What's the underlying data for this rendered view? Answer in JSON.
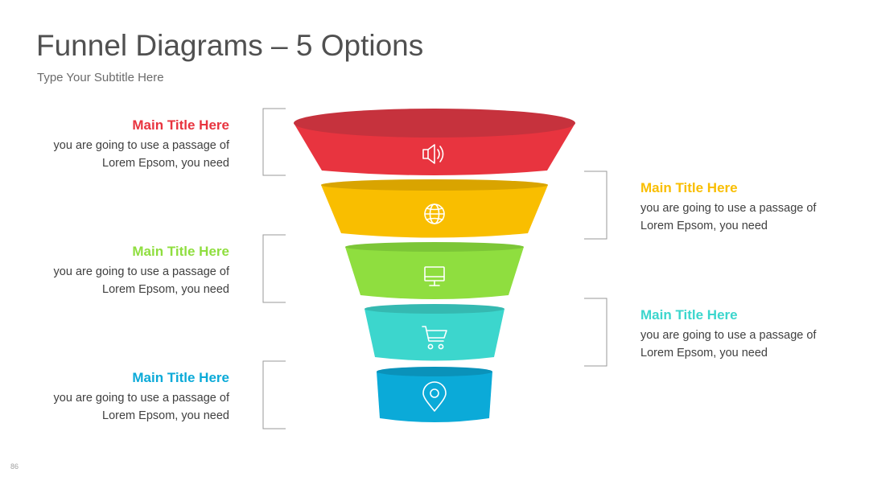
{
  "header": {
    "title": "Funnel Diagrams – 5 Options",
    "subtitle": "Type Your Subtitle Here"
  },
  "footer": {
    "page_number": "86"
  },
  "funnel": {
    "stages": [
      {
        "title": "Main Title Here",
        "text_line1": "you are going to use a passage of",
        "text_line2": "Lorem Epsom, you need",
        "side": "left",
        "color": "#E8343F",
        "top_color": "#C6323D",
        "icon": "speaker-icon"
      },
      {
        "title": "Main Title Here",
        "text_line1": "you are going to use a passage of",
        "text_line2": "Lorem Epsom, you need",
        "side": "right",
        "color": "#F9BE00",
        "top_color": "#D9A400",
        "icon": "globe-icon"
      },
      {
        "title": "Main Title Here",
        "text_line1": "you are going to use a passage of",
        "text_line2": "Lorem Epsom, you need",
        "side": "left",
        "color": "#8FDE3F",
        "top_color": "#7CC637",
        "icon": "monitor-icon"
      },
      {
        "title": "Main Title Here",
        "text_line1": "you are going to use a passage of",
        "text_line2": "Lorem Epsom, you need",
        "side": "right",
        "color": "#3CD6CD",
        "top_color": "#35B9B1",
        "icon": "cart-icon"
      },
      {
        "title": "Main Title Here",
        "text_line1": "you are going to use a passage of",
        "text_line2": "Lorem Epsom, you need",
        "side": "left",
        "color": "#0BAAD8",
        "top_color": "#0A92BA",
        "icon": "location-pin-icon"
      }
    ]
  }
}
